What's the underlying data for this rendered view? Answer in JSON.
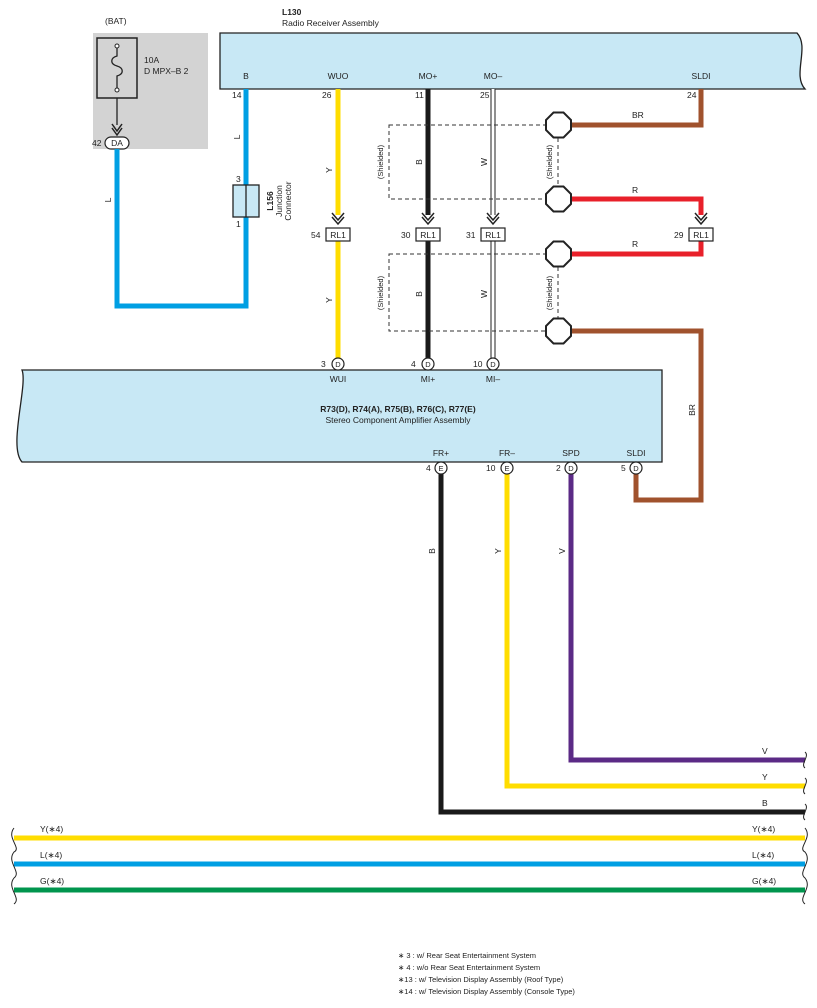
{
  "colors": {
    "sky": "#009fe3",
    "yellow": "#ffdd00",
    "black": "#1a1a1a",
    "brown": "#a0522d",
    "red": "#e8202a",
    "violet": "#5b2a86",
    "green": "#00954e",
    "white_wire": "#ffffff",
    "box_fill": "#c8e8f5",
    "fuse_fill": "#d3d3d3"
  },
  "bat": {
    "label": "(BAT)",
    "fuse_amp": "10A",
    "fuse_name": "D MPX–B 2",
    "pin": "42",
    "connector": "DA"
  },
  "radio": {
    "code": "L130",
    "name": "Radio Receiver Assembly",
    "terminals": [
      "B",
      "WUO",
      "MO+",
      "MO–",
      "SLDI"
    ],
    "pins": [
      "14",
      "26",
      "11",
      "25",
      "24"
    ]
  },
  "junction": {
    "code": "L156",
    "line1": "Junction",
    "line2": "Connector",
    "pin_top": "3",
    "pin_bottom": "1"
  },
  "rl1": {
    "label": "RL1",
    "pins": [
      "54",
      "30",
      "31",
      "29"
    ]
  },
  "amp": {
    "codes": "R73(D), R74(A), R75(B), R76(C), R77(E)",
    "name": "Stereo Component Amplifier Assembly",
    "top_pins": [
      "3",
      "4",
      "10"
    ],
    "top_conn": [
      "D",
      "D",
      "D"
    ],
    "top_terms": [
      "WUI",
      "MI+",
      "MI–"
    ],
    "bot_terms": [
      "FR+",
      "FR–",
      "SPD",
      "SLDI"
    ],
    "bot_pins": [
      "4",
      "10",
      "2",
      "5"
    ],
    "bot_conn": [
      "E",
      "E",
      "D",
      "D"
    ]
  },
  "wire_labels": {
    "L": "L",
    "Y": "Y",
    "B": "B",
    "W": "W",
    "BR": "BR",
    "R": "R",
    "V": "V",
    "shielded": "(Shielded)"
  },
  "bus": {
    "y4": "Y(∗4)",
    "l4": "L(∗4)",
    "g4": "G(∗4)"
  },
  "notes": [
    "∗ 3 : w/ Rear Seat Entertainment System",
    "∗ 4 : w/o Rear Seat Entertainment System",
    "∗13 : w/ Television Display Assembly (Roof Type)",
    "∗14 : w/ Television Display Assembly (Console Type)"
  ]
}
